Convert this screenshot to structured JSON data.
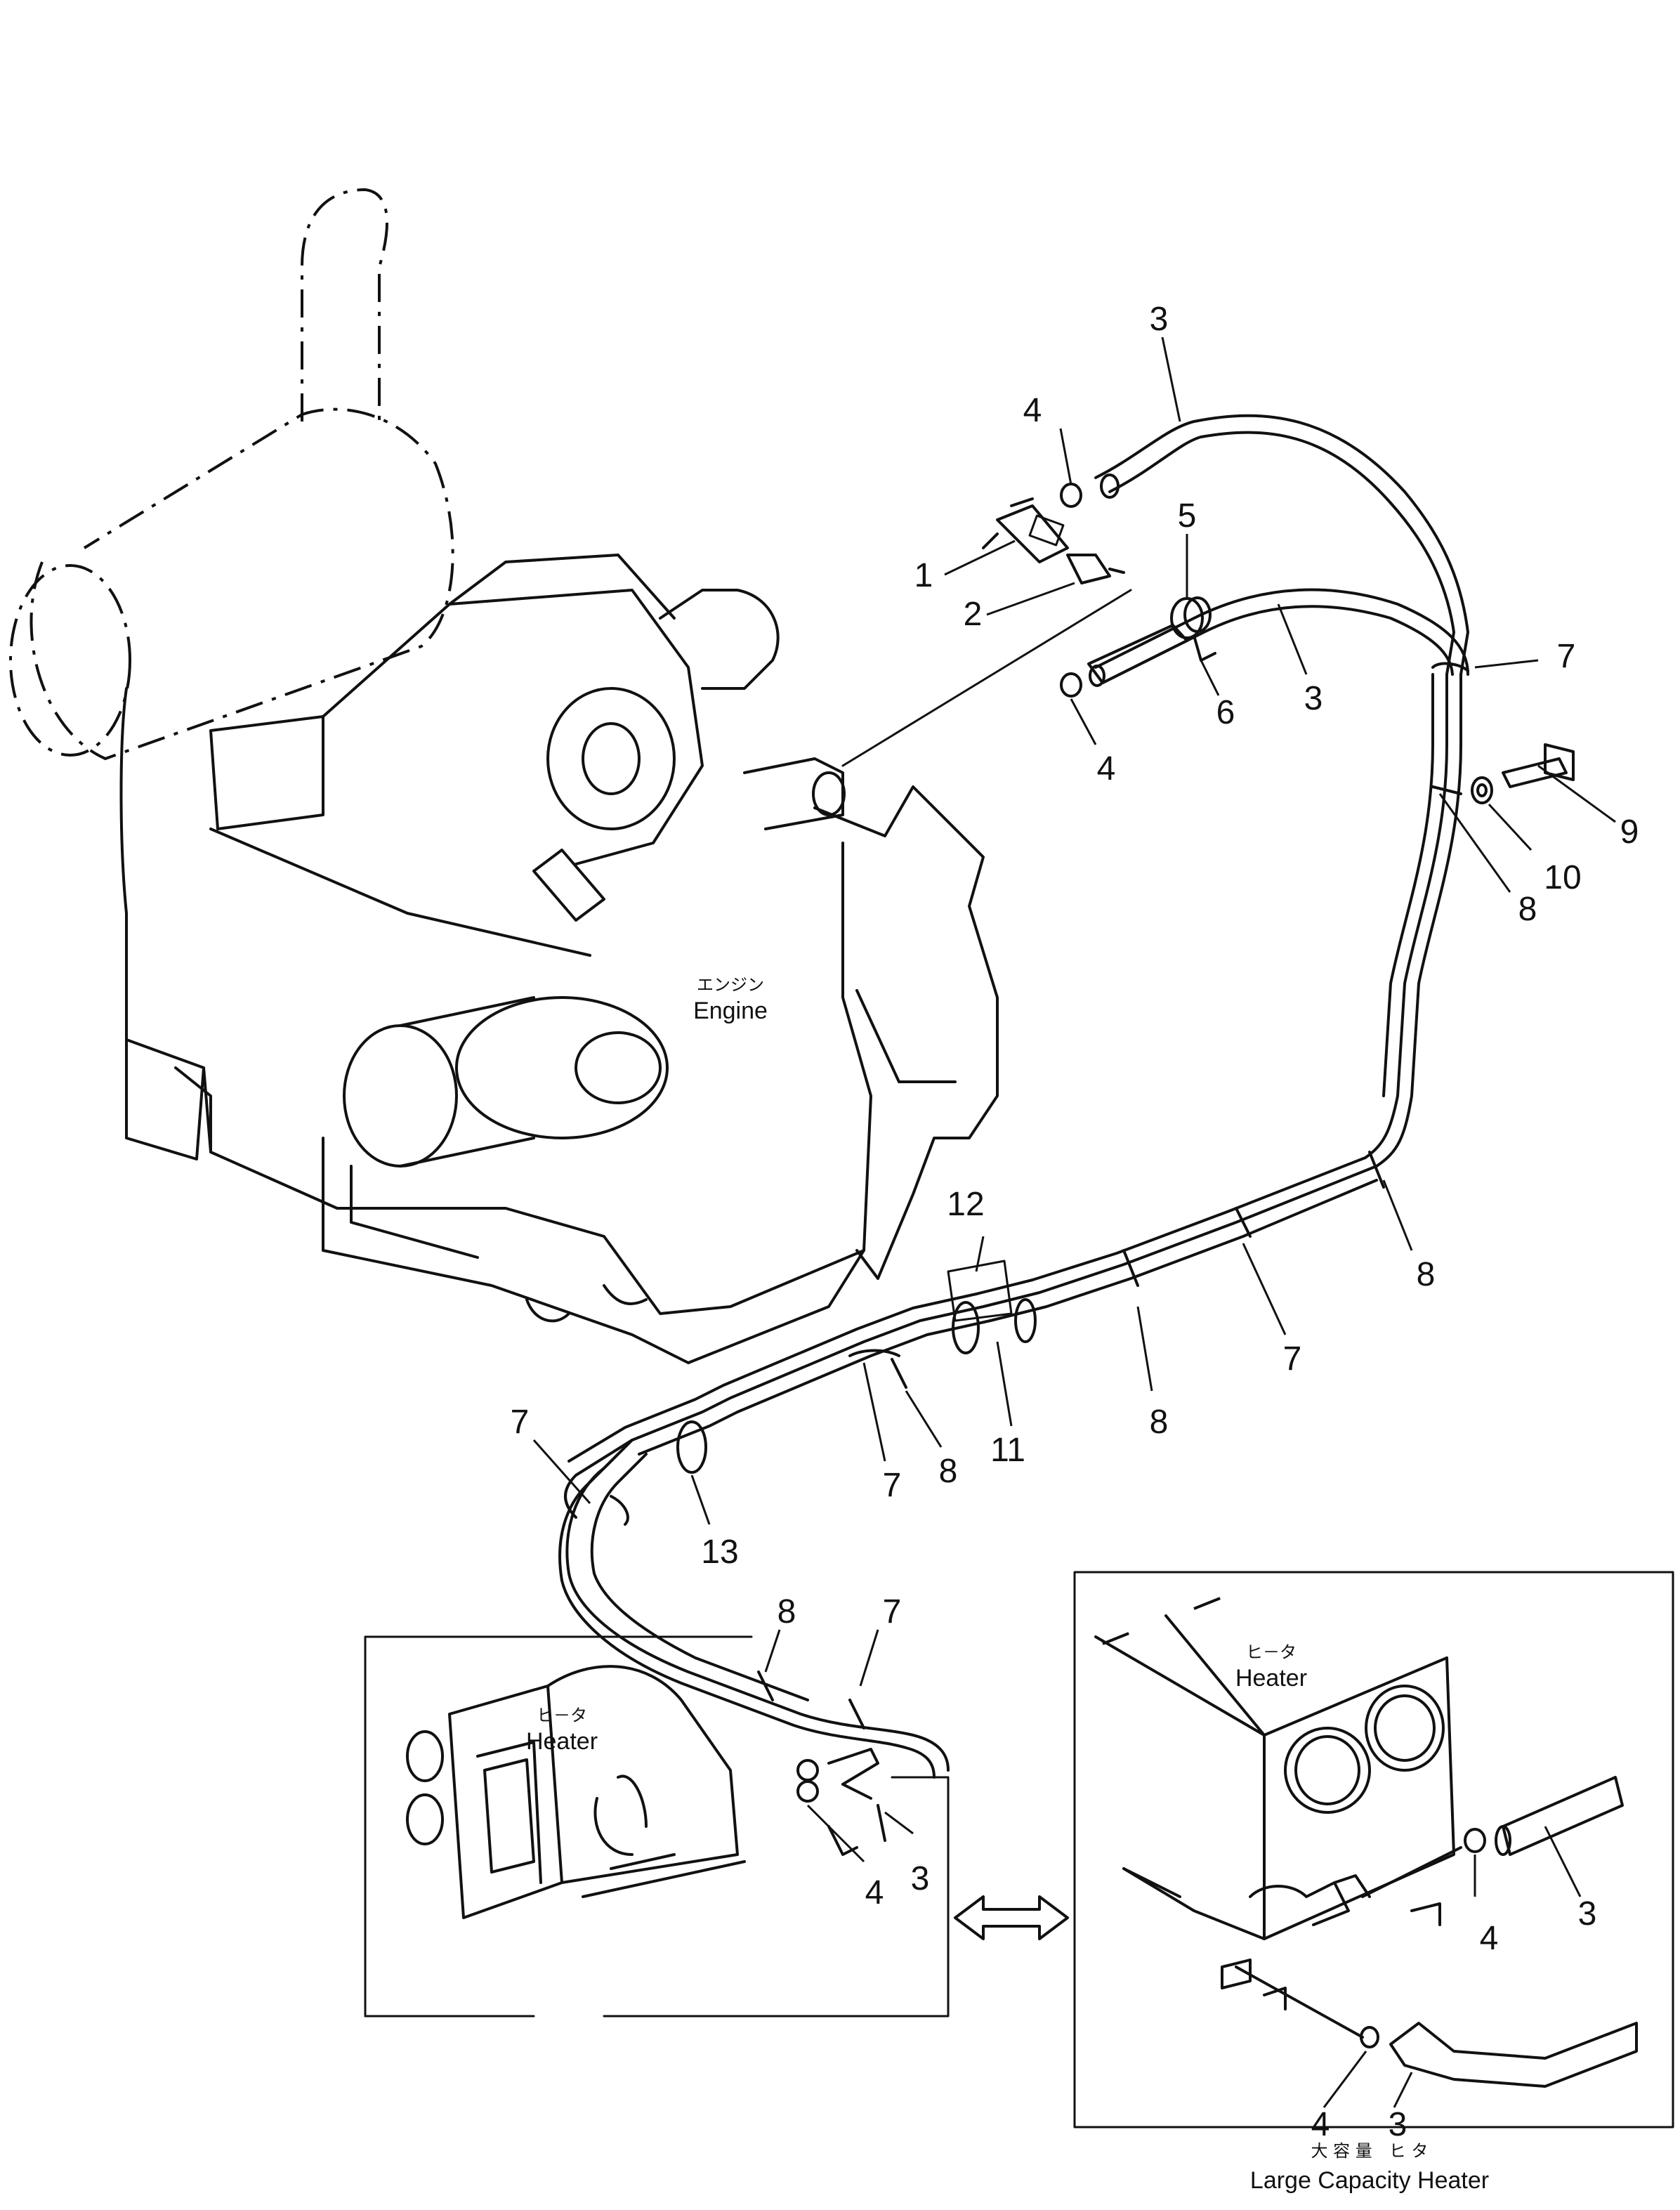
{
  "labels": {
    "engine_jp": "エンジン",
    "engine_en": "Engine",
    "heater_std_jp": "ヒ－タ",
    "heater_std_en": "Heater",
    "heater_large_jp": "ヒ－タ",
    "heater_large_en": "Heater",
    "large_capacity_jp": "大 容 量　ヒ タ",
    "large_capacity_en": "Large Capacity Heater"
  },
  "callouts": {
    "c1": "1",
    "c2": "2",
    "c3a": "3",
    "c3b": "3",
    "c3c": "3",
    "c3d": "3",
    "c3e": "3",
    "c4a": "4",
    "c4b": "4",
    "c4c": "4",
    "c4d": "4",
    "c4e": "4",
    "c5": "5",
    "c6": "6",
    "c7a": "7",
    "c7b": "7",
    "c7c": "7",
    "c7d": "7",
    "c7e": "7",
    "c8a": "8",
    "c8b": "8",
    "c8c": "8",
    "c8d": "8",
    "c8e": "8",
    "c9": "9",
    "c10": "10",
    "c11": "11",
    "c12": "12",
    "c13": "13"
  },
  "icons": {
    "exchange_arrow": "double-headed-arrow"
  }
}
